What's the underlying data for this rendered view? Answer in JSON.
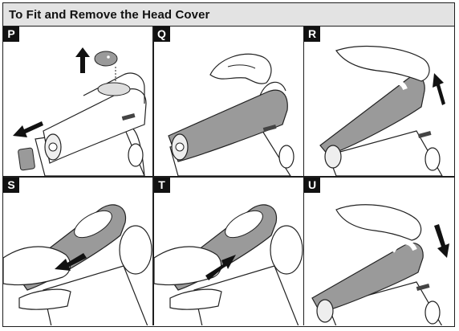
{
  "header": {
    "title": "To Fit and Remove the Head Cover"
  },
  "panels": [
    {
      "letter": "P"
    },
    {
      "letter": "Q"
    },
    {
      "letter": "R"
    },
    {
      "letter": "S"
    },
    {
      "letter": "T"
    },
    {
      "letter": "U"
    }
  ],
  "colors": {
    "frame": "#1e1e1e",
    "header_bg": "#e3e3e3",
    "cover": "#9a9a9a",
    "badge": "#111111"
  }
}
